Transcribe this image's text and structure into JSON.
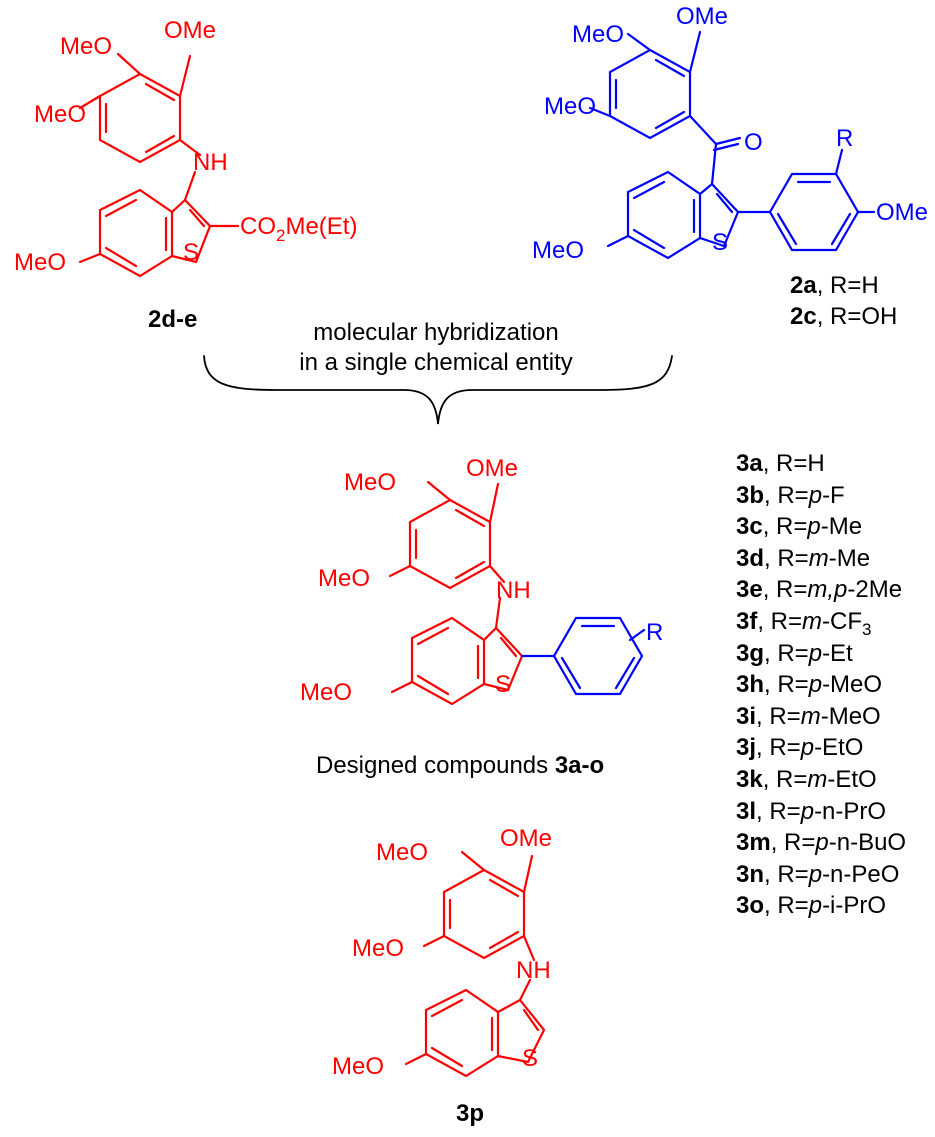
{
  "compound_2de": {
    "label": "2d-e",
    "substituents": {
      "ome_top": "OMe",
      "meo_mid": "MeO",
      "meo_low": "MeO",
      "nh": "NH",
      "meo_core": "MeO",
      "s": "S",
      "ester_pre": "CO",
      "ester_sub": "2",
      "ester_post": "Me(Et)"
    }
  },
  "compound_2ac": {
    "labels": [
      {
        "bold": "2a",
        "rest": ", R=H"
      },
      {
        "bold": "2c",
        "rest": ", R=OH"
      }
    ],
    "substituents": {
      "ome_top": "OMe",
      "meo_mid": "MeO",
      "meo_low": "MeO",
      "o": "O",
      "r": "R",
      "ome_right": "OMe",
      "meo_core": "MeO",
      "s": "S"
    }
  },
  "hybridization": {
    "line1": "molecular hybridization",
    "line2": "in a single chemical entity"
  },
  "compound_3ao": {
    "caption_pre": "Designed compounds ",
    "caption_bold": "3a-o",
    "substituents": {
      "ome_top": "OMe",
      "meo_mid": "MeO",
      "meo_low": "MeO",
      "nh": "NH",
      "r": "R",
      "meo_core": "MeO",
      "s": "S"
    }
  },
  "compound_3p": {
    "label": "3p",
    "substituents": {
      "ome_top": "OMe",
      "meo_mid": "MeO",
      "meo_low": "MeO",
      "nh": "NH",
      "meo_core": "MeO",
      "s": "S"
    }
  },
  "series_list": [
    {
      "id": "3a",
      "pre": ", R=",
      "ital": "",
      "post": "H"
    },
    {
      "id": "3b",
      "pre": ", R=",
      "ital": "p",
      "post": "-F"
    },
    {
      "id": "3c",
      "pre": ", R=",
      "ital": "p",
      "post": "-Me"
    },
    {
      "id": "3d",
      "pre": ", R=",
      "ital": "m",
      "post": "-Me"
    },
    {
      "id": "3e",
      "pre": ", R=",
      "ital": "m,p",
      "post": "-2Me"
    },
    {
      "id": "3f",
      "pre": ", R=",
      "ital": "m",
      "post": "-CF",
      "sub": "3"
    },
    {
      "id": "3g",
      "pre": ", R=",
      "ital": "p",
      "post": "-Et"
    },
    {
      "id": "3h",
      "pre": ", R=",
      "ital": "p",
      "post": "-MeO"
    },
    {
      "id": "3i",
      "pre": ", R=",
      "ital": "m",
      "post": "-MeO"
    },
    {
      "id": "3j",
      "pre": ", R=",
      "ital": "p",
      "post": "-EtO"
    },
    {
      "id": "3k",
      "pre": ", R=",
      "ital": "m",
      "post": "-EtO"
    },
    {
      "id": "3l",
      "pre": ", R=",
      "ital": "p",
      "post": "-n-PrO"
    },
    {
      "id": "3m",
      "pre": ", R=",
      "ital": "p",
      "post": "-n-BuO"
    },
    {
      "id": "3n",
      "pre": ", R=",
      "ital": "p",
      "post": "-n-PeO"
    },
    {
      "id": "3o",
      "pre": ", R=",
      "ital": "p",
      "post": "-i-PrO"
    }
  ],
  "colors": {
    "red": "#ff0000",
    "blue": "#0000ff",
    "black": "#000000"
  }
}
